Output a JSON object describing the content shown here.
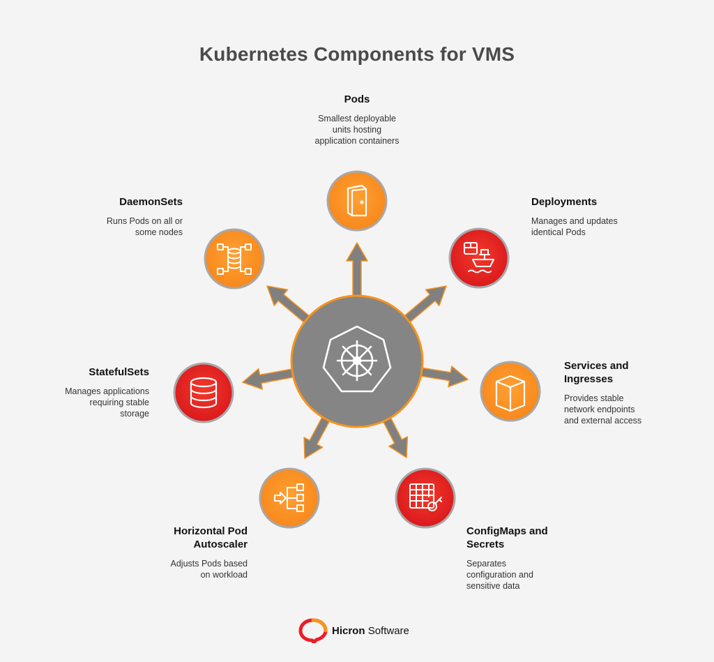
{
  "title": "Kubernetes Components for VMS",
  "center": {
    "icon": "kubernetes-helm-icon",
    "fill": "#858585",
    "stroke": "#f7931e"
  },
  "colors": {
    "orange": "#f7931e",
    "red": "#ed1c24",
    "arrow": "#808080",
    "ring": "#a8a8a8"
  },
  "components": [
    {
      "id": "pods",
      "title": "Pods",
      "desc": [
        "Smallest deployable",
        "units hosting",
        "application containers"
      ],
      "color": "orange",
      "icon": "door-icon"
    },
    {
      "id": "deployments",
      "title": "Deployments",
      "desc": [
        "Manages and updates",
        "identical Pods"
      ],
      "color": "red",
      "icon": "ship-cargo-icon"
    },
    {
      "id": "services",
      "title": [
        "Services and",
        "Ingresses"
      ],
      "desc": [
        "Provides stable",
        "network endpoints",
        "and external access"
      ],
      "color": "orange",
      "icon": "open-box-icon"
    },
    {
      "id": "configmaps",
      "title": [
        "ConfigMaps and",
        "Secrets"
      ],
      "desc": [
        "Separates",
        "configuration and",
        "sensitive data"
      ],
      "color": "red",
      "icon": "table-key-icon"
    },
    {
      "id": "hpa",
      "title": [
        "Horizontal Pod",
        "Autoscaler"
      ],
      "desc": [
        "Adjusts Pods based",
        "on workload"
      ],
      "color": "orange",
      "icon": "hierarchy-icon"
    },
    {
      "id": "statefulsets",
      "title": "StatefulSets",
      "desc": [
        "Manages applications",
        "requiring stable",
        "storage"
      ],
      "color": "red",
      "icon": "database-icon"
    },
    {
      "id": "daemonsets",
      "title": "DaemonSets",
      "desc": [
        "Runs Pods on all or",
        "some nodes"
      ],
      "color": "orange",
      "icon": "distributed-db-icon"
    }
  ],
  "logo": {
    "brand": "Hicron",
    "suffix": "Software"
  }
}
